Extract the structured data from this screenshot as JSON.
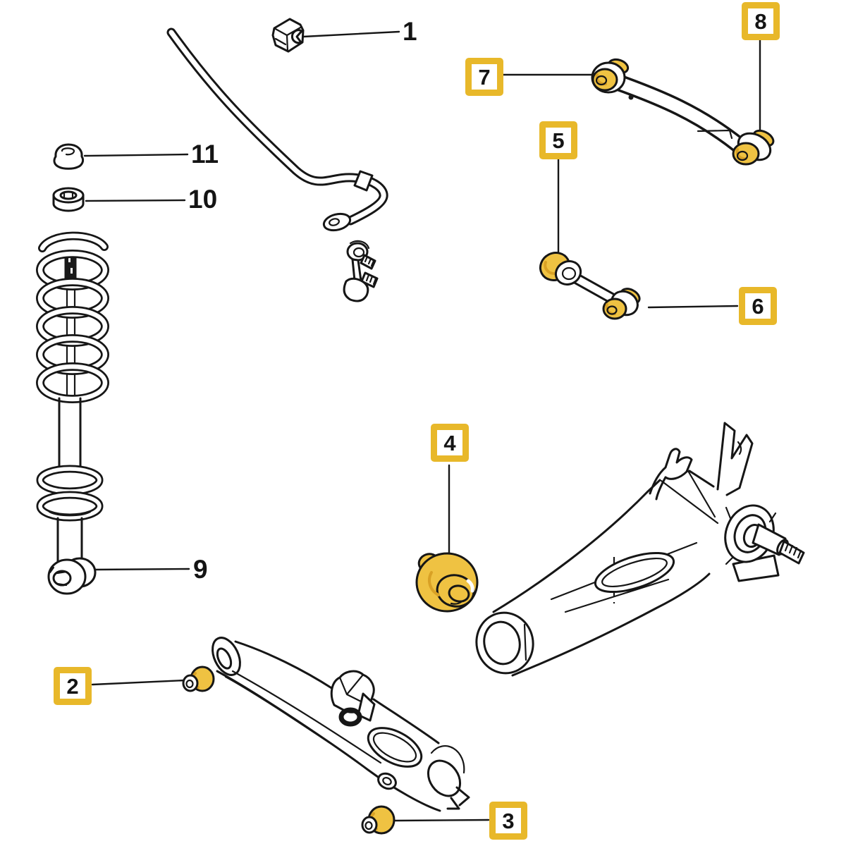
{
  "diagram": {
    "description": "Rear suspension exploded parts diagram with numbered bushing callouts",
    "colors": {
      "background": "#ffffff",
      "line": "#161616",
      "highlight_bushing": "#efc242",
      "highlight_shade": "#d9a125",
      "callout_border": "#e8b82a"
    },
    "callouts": [
      {
        "num": "1",
        "style": "plain",
        "target": "stabilizer-bar-bushing"
      },
      {
        "num": "2",
        "style": "boxed",
        "target": "lower-arm-front-bushing"
      },
      {
        "num": "3",
        "style": "boxed",
        "target": "lower-arm-outer-bushing"
      },
      {
        "num": "4",
        "style": "boxed",
        "target": "trailing-arm-front-bushing"
      },
      {
        "num": "5",
        "style": "boxed",
        "target": "lateral-rod-inner-bushing"
      },
      {
        "num": "6",
        "style": "boxed",
        "target": "lateral-rod-outer-bushing"
      },
      {
        "num": "7",
        "style": "boxed",
        "target": "upper-arm-inner-bushing"
      },
      {
        "num": "8",
        "style": "boxed",
        "target": "upper-arm-outer-bushing"
      },
      {
        "num": "9",
        "style": "plain",
        "target": "shock-absorber"
      },
      {
        "num": "10",
        "style": "plain",
        "target": "shock-mount-bushing"
      },
      {
        "num": "11",
        "style": "plain",
        "target": "shock-mount-cap-nut"
      }
    ]
  }
}
